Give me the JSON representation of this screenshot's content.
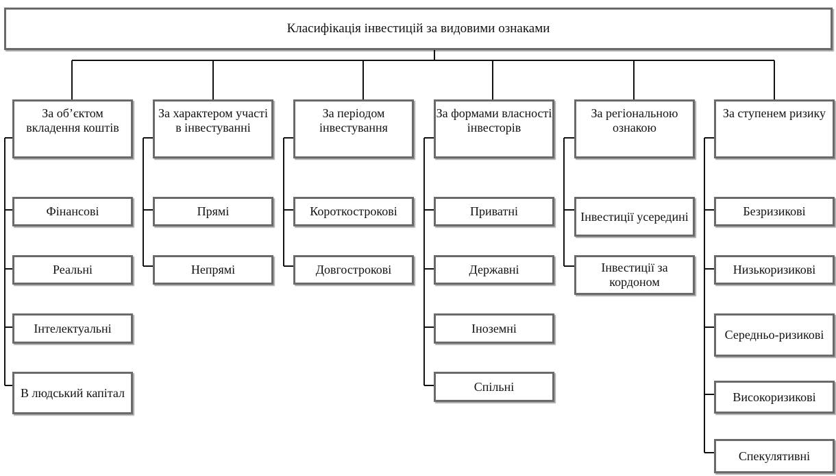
{
  "root": {
    "label": "Класифікація інвестицій за видовими ознаками"
  },
  "categories": [
    {
      "label": "За об’єктом вкладення коштів",
      "items": [
        {
          "label": "Фінансові"
        },
        {
          "label": "Реальні"
        },
        {
          "label": "Інтелектуальні"
        },
        {
          "label": "В людський капітал"
        }
      ]
    },
    {
      "label": "За характером участі в інвестуванні",
      "items": [
        {
          "label": "Прямі"
        },
        {
          "label": "Непрямі"
        }
      ]
    },
    {
      "label": "За періодом інвестування",
      "items": [
        {
          "label": "Короткострокові"
        },
        {
          "label": "Довгострокові"
        }
      ]
    },
    {
      "label": "За формами власності інвесторів",
      "items": [
        {
          "label": "Приватні"
        },
        {
          "label": "Державні"
        },
        {
          "label": "Іноземні"
        },
        {
          "label": "Спільні"
        }
      ]
    },
    {
      "label": "За регіональною ознакою",
      "items": [
        {
          "label": "Інвестиції усередині"
        },
        {
          "label": "Інвестиції за кордоном"
        }
      ]
    },
    {
      "label": "За ступенем ризику",
      "items": [
        {
          "label": "Безризикові"
        },
        {
          "label": "Низькоризикові"
        },
        {
          "label": "Середньо-ризикові"
        },
        {
          "label": "Високоризикові"
        },
        {
          "label": "Спекулятивні"
        }
      ]
    }
  ]
}
